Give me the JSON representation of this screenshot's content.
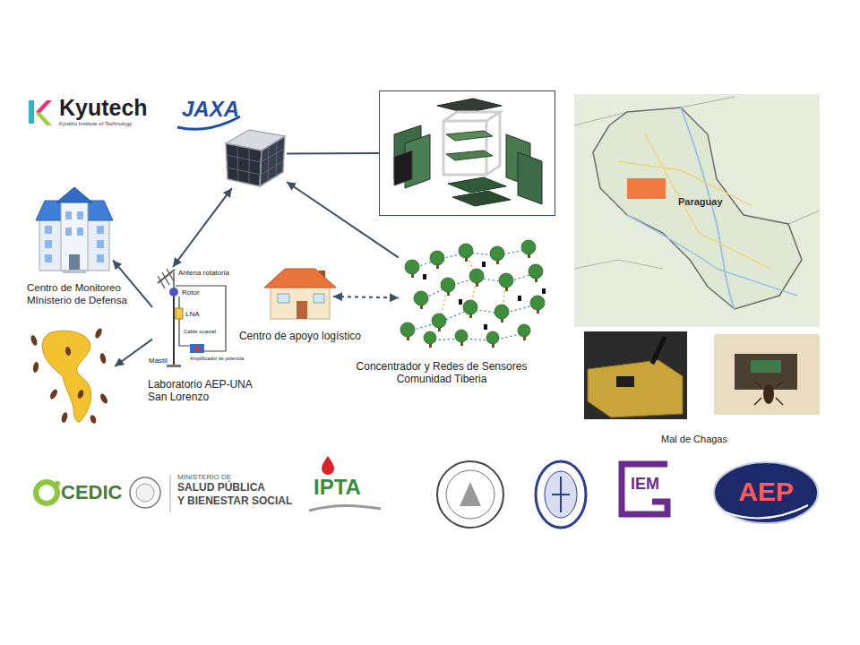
{
  "diagram": {
    "nodes": [
      {
        "text": []
      },
      {
        "text": []
      },
      {
        "text": [
          "Centro de Monitoreo MInisterio de Defensa"
        ]
      },
      {
        "text": [
          "Laboratorio AEP-UNA San Lorenzo"
        ]
      },
      {
        "text": [
          "Centro de apoyo logístico"
        ]
      },
      {
        "text": [
          "Concentrador y Redes de Sensores Comunidad Tiberia"
        ]
      },
      {
        "text": []
      }
    ],
    "edges": [
      {
        "from": 0,
        "to": 1,
        "arrow": "none"
      },
      {
        "from": 0,
        "to": 3,
        "arrow": "both"
      },
      {
        "from": 5,
        "to": 0,
        "arrow": "to"
      },
      {
        "from": 3,
        "to": 2,
        "arrow": "to"
      },
      {
        "from": 3,
        "to": 6,
        "arrow": "to"
      },
      {
        "from": 4,
        "to": 5,
        "arrow": "both"
      }
    ],
    "labels": [
      "Kyutech",
      "Kyushu Institute of Technology",
      "JAXA",
      "Antena rotatoria",
      "Rotor",
      "LNA",
      "Cable coaxial",
      "Amplificador de potencia",
      "Mástil",
      "Paraguay",
      "Mal de Chagas",
      "CEDIC",
      "MINISTERIO DE",
      "SALUD PÚBLICA",
      "Y BIENESTAR SOCIAL",
      "IPTA",
      "AEP",
      "IEM"
    ]
  }
}
